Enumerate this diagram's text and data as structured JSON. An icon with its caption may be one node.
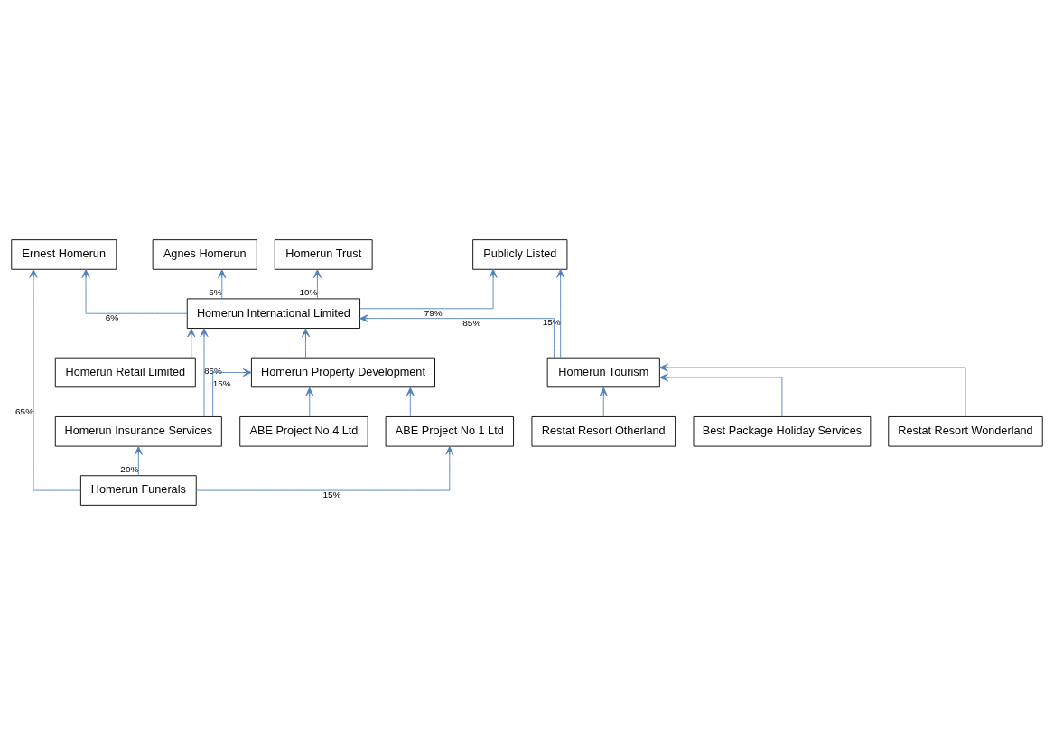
{
  "diagram": {
    "nodes": [
      {
        "text": [
          "Ernest Homerun"
        ]
      },
      {
        "text": [
          "Agnes Homerun"
        ]
      },
      {
        "text": [
          "Homerun Trust"
        ]
      },
      {
        "text": [
          "Publicly Listed"
        ]
      },
      {
        "text": [
          "Homerun Retail Limited"
        ]
      },
      {
        "text": [
          "Homerun International Limited"
        ]
      },
      {
        "text": [
          "Homerun Insurance Services"
        ]
      },
      {
        "text": [
          "Homerun Property Development"
        ]
      },
      {
        "text": [
          "Homerun Tourism"
        ]
      },
      {
        "text": [
          "ABE Project No 4 Ltd"
        ]
      },
      {
        "text": [
          "Restat Resort Wonderland"
        ]
      },
      {
        "text": [
          "Homerun Funerals"
        ]
      },
      {
        "text": [
          "ABE Project No 1 Ltd"
        ]
      },
      {
        "text": [
          "Restat Resort Otherland"
        ]
      },
      {
        "text": [
          "Best Package Holiday Services"
        ]
      }
    ],
    "edges": [
      {
        "from": 5,
        "to": 0,
        "arrow": "to",
        "label": "6%"
      },
      {
        "from": 5,
        "to": 1,
        "arrow": "to",
        "label": "5%"
      },
      {
        "from": 5,
        "to": 2,
        "arrow": "to",
        "label": "10%"
      },
      {
        "from": 5,
        "to": 3,
        "arrow": "to",
        "label": "79%"
      },
      {
        "from": 4,
        "to": 5,
        "arrow": "to"
      },
      {
        "from": 6,
        "to": 5,
        "arrow": "to",
        "label": "85%"
      },
      {
        "from": 6,
        "to": 7,
        "arrow": "to",
        "label": "15%"
      },
      {
        "from": 7,
        "to": 5,
        "arrow": "to"
      },
      {
        "from": 8,
        "to": 5,
        "arrow": "to",
        "label": "85%"
      },
      {
        "from": 8,
        "to": 3,
        "arrow": "to",
        "label": "15%"
      },
      {
        "from": 11,
        "to": 6,
        "arrow": "to",
        "label": "20%"
      },
      {
        "from": 11,
        "to": 0,
        "arrow": "to",
        "label": "65%"
      },
      {
        "from": 11,
        "to": 12,
        "arrow": "to",
        "label": "15%"
      },
      {
        "from": 9,
        "to": 7,
        "arrow": "to"
      },
      {
        "from": 12,
        "to": 7,
        "arrow": "to"
      },
      {
        "from": 10,
        "to": 8,
        "arrow": "to"
      },
      {
        "from": 13,
        "to": 8,
        "arrow": "to"
      },
      {
        "from": 14,
        "to": 8,
        "arrow": "to"
      }
    ]
  }
}
